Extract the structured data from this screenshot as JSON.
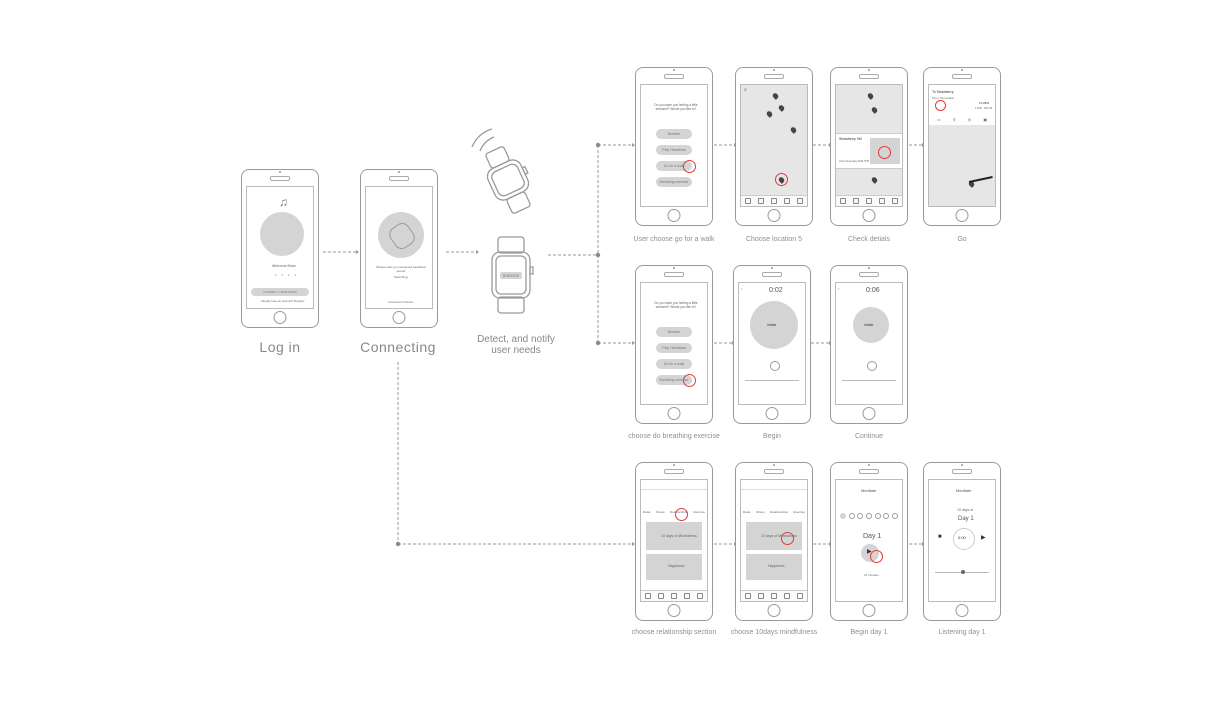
{
  "colors": {
    "line": "#9a9a9a",
    "accent": "#e23b3b",
    "fill": "#d4d4d4"
  },
  "labels": {
    "login": "Log in",
    "connecting": "Connecting",
    "detect": "Detect, and notify user needs",
    "walk": "User choose go for a walk",
    "location": "Choose location 5",
    "details": "Check detials",
    "go": "Go",
    "breathing": "choose do breathing exercise",
    "begin": "Begin",
    "continue": "Continue",
    "relationship": "choose relationship section",
    "mindfulness": "choose 10days mindfulness",
    "beginday": "Begin day 1",
    "listening": "Listening day 1"
  },
  "screens": {
    "login": {
      "welcome": "Welcome Brian",
      "button": "CONNECT YOUR BAND",
      "footer": "Already have an account? Register"
    },
    "connecting": {
      "text": "Please wait you connected heartbeat sensor",
      "sub": "Searching...",
      "footer": "Connected 1 Device"
    },
    "watch": {
      "button": "BREATHE"
    },
    "walk": {
      "question": "Do you want you feeling a little stressed? Would you like to?",
      "options": [
        "Breathe",
        "Play Heartbeat",
        "Go for a walk",
        "Breathing exercise"
      ]
    },
    "details": {
      "title": "Strawberry Hill",
      "meta": "Open Everyday 6AM-7PM"
    },
    "go": {
      "title": "To Strawberry",
      "sub": "From: My location",
      "time": "15 MINS",
      "distance": "1.2KM · ROUTE"
    },
    "begin": {
      "timer": "0:02",
      "center": "inhale"
    },
    "continue": {
      "timer": "0:06",
      "center": "inhale"
    },
    "relationship": {
      "tabs": [
        "Relax",
        "Stress",
        "Relationships",
        "Exercise"
      ],
      "cards": [
        "10 days of Mindfulness",
        "Happiness"
      ]
    },
    "mindfulness": {
      "tabs": [
        "Relax",
        "Stress",
        "Relationships",
        "Exercise"
      ],
      "cards": [
        "10 days of Mindfulness",
        "Happiness"
      ]
    },
    "beginday": {
      "title": "Meditate",
      "day": "Day 1",
      "sub": "15 minutes"
    },
    "listening": {
      "title": "Meditate",
      "session": "10 days of",
      "day": "Day 1",
      "time": "0:00"
    }
  }
}
